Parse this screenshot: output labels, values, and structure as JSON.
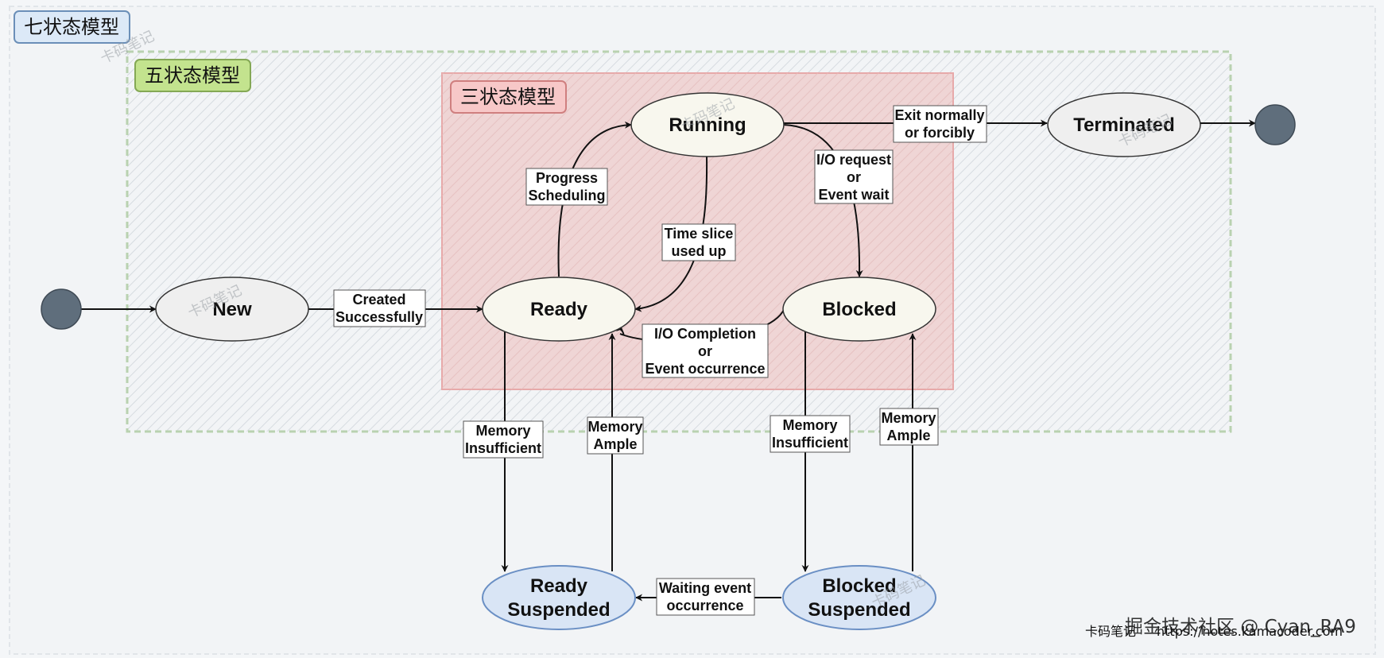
{
  "containers": {
    "seven": "七状态模型",
    "five": "五状态模型",
    "three": "三状态模型"
  },
  "states": {
    "new": "New",
    "ready": "Ready",
    "running": "Running",
    "blocked": "Blocked",
    "terminated": "Terminated",
    "ready_suspended": [
      "Ready",
      "Suspended"
    ],
    "blocked_suspended": [
      "Blocked",
      "Suspended"
    ]
  },
  "transitions": {
    "created": [
      "Created",
      "Successfully"
    ],
    "scheduling": [
      "Progress",
      "Scheduling"
    ],
    "time_slice": [
      "Time slice",
      "used up"
    ],
    "io_request": [
      "I/O request",
      "or",
      "Event wait"
    ],
    "exit": [
      "Exit normally",
      "or forcibly"
    ],
    "io_completion": [
      "I/O Completion",
      "or",
      "Event occurrence"
    ],
    "ready_to_suspend": [
      "Memory",
      "Insufficient"
    ],
    "suspend_to_ready": [
      "Memory",
      "Ample"
    ],
    "blocked_to_suspend": [
      "Memory",
      "Insufficient"
    ],
    "suspend_to_blocked": [
      "Memory",
      "Ample"
    ],
    "waiting_event": [
      "Waiting event",
      "occurrence"
    ]
  },
  "watermark": "卡码笔记",
  "footer": {
    "left": "卡码笔记",
    "url": "https://notes.kamacoder.com",
    "overlay": "掘金技术社区 @ Cyan_RA9"
  },
  "colors": {
    "seven_box": "#dce9f7",
    "five_box": "#c3e38e",
    "three_box": "#f7c8c8",
    "three_area": "#efd3d3",
    "state_fill": "#f8f7ee",
    "suspended_fill": "#d9e5f5",
    "terminal": "#5f6e7c"
  }
}
